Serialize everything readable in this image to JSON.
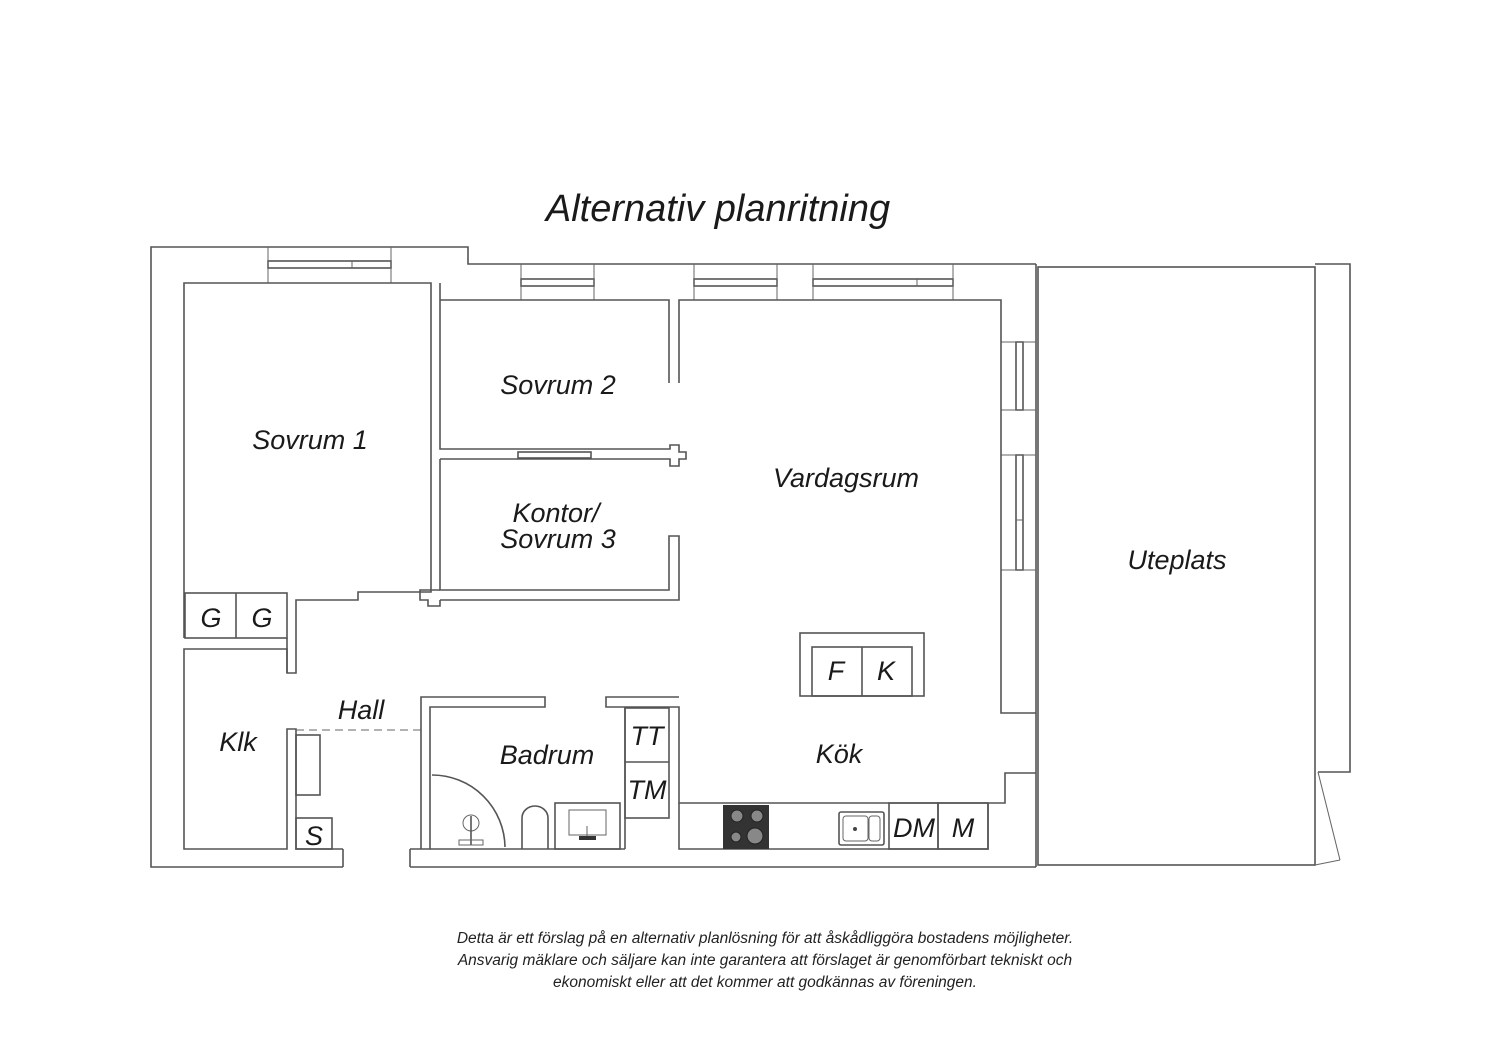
{
  "title": "Alternativ planritning",
  "rooms": {
    "sovrum1": "Sovrum 1",
    "sovrum2": "Sovrum 2",
    "kontor_line1": "Kontor/",
    "kontor_line2": "Sovrum 3",
    "vardagsrum": "Vardagsrum",
    "uteplats": "Uteplats",
    "hall": "Hall",
    "klk": "Klk",
    "badrum": "Badrum",
    "kok": "Kök"
  },
  "fixtures": {
    "g1": "G",
    "g2": "G",
    "s": "S",
    "tt": "TT",
    "tm": "TM",
    "f": "F",
    "k": "K",
    "dm": "DM",
    "m": "M"
  },
  "footer": [
    "Detta är ett förslag på en alternativ planlösning för att åskådliggöra bostadens möjligheter.",
    "Ansvarig mäklare och säljare kan inte garantera att förslaget är genomförbart tekniskt och",
    "ekonomiskt eller att det kommer att godkännas av föreningen."
  ],
  "colors": {
    "line": "#555555",
    "stove": "#333333"
  }
}
